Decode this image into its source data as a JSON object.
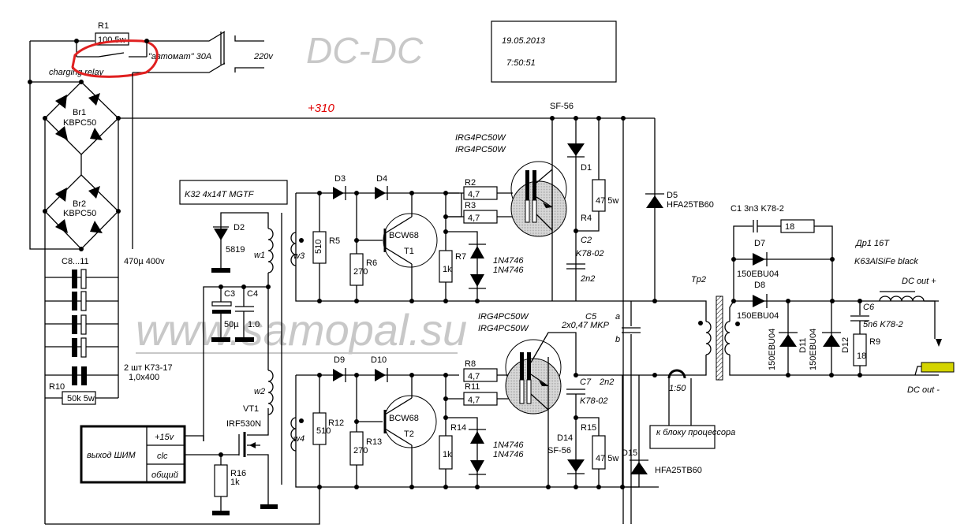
{
  "title": "DC-DC",
  "date": "19.05.2013",
  "time": "7:50:51",
  "watermark": "www.samopal.su",
  "annotation": {
    "label": "charging relay",
    "highlight_color": "#e02020"
  },
  "rail_label": "+310",
  "rail_color": "#e00000",
  "input": {
    "r1": {
      "ref": "R1",
      "value": "100 5w"
    },
    "breaker": "\"автомат\" 30A",
    "mains": "220v"
  },
  "bridges": [
    {
      "ref": "Br1",
      "part": "KBPC50"
    },
    {
      "ref": "Br2",
      "part": "KBPC50"
    }
  ],
  "caps_bank": {
    "ref": "C8...11",
    "value": "470µ 400v",
    "film": "2 шт K73-17",
    "film_value": "1,0x400"
  },
  "r10": {
    "ref": "R10",
    "value": "50k 5w"
  },
  "gate_transformer": "K32 4x14T MGTF",
  "d2": {
    "ref": "D2",
    "part": "5819"
  },
  "c3": {
    "ref": "C3",
    "value": "50µ"
  },
  "c4": {
    "ref": "C4",
    "value": "1.0"
  },
  "windings": [
    "w1",
    "w2",
    "w3",
    "w4"
  ],
  "vt1": {
    "ref": "VT1",
    "part": "IRF530N"
  },
  "r16": {
    "ref": "R16",
    "value": "1k"
  },
  "pwm": {
    "title": "выход ШИМ",
    "pins": [
      "+15v",
      "clc",
      "общий"
    ]
  },
  "upper": {
    "d3": "D3",
    "d4": "D4",
    "r5": {
      "ref": "R5",
      "value": "510"
    },
    "r6": {
      "ref": "R6",
      "value": "270"
    },
    "t1": {
      "ref": "T1",
      "part": "BCW68"
    },
    "r2": {
      "ref": "R2",
      "value": "4,7"
    },
    "r3": {
      "ref": "R3",
      "value": "4,7"
    },
    "r7": {
      "ref": "R7",
      "value": "1k"
    },
    "zeners": [
      "1N4746",
      "1N4746"
    ],
    "igbt": [
      "IRG4PC50W",
      "IRG4PC50W"
    ],
    "d1": {
      "ref": "D1",
      "part": "SF-56"
    },
    "r4": {
      "ref": "R4",
      "value": "47 5w"
    },
    "c2": {
      "ref": "C2",
      "type": "K78-02",
      "value": "2n2"
    }
  },
  "lower": {
    "d9": "D9",
    "d10": "D10",
    "r12": {
      "ref": "R12",
      "value": "510"
    },
    "r13": {
      "ref": "R13",
      "value": "270"
    },
    "t2": {
      "ref": "T2",
      "part": "BCW68"
    },
    "r8": {
      "ref": "R8",
      "value": "4,7"
    },
    "r11": {
      "ref": "R11",
      "value": "4,7"
    },
    "r14": {
      "ref": "R14",
      "value": "1k"
    },
    "zeners": [
      "1N4746",
      "1N4746"
    ],
    "igbt": [
      "IRG4PC50W",
      "IRG4PC50W"
    ],
    "d14": {
      "ref": "D14",
      "part": "SF-56"
    },
    "r15": {
      "ref": "R15",
      "value": "47 5w"
    },
    "c7": {
      "ref": "C7",
      "value": "2n2",
      "type": "K78-02"
    }
  },
  "c5": {
    "ref": "C5",
    "value": "2x0,47 MKP",
    "a": "a",
    "b": "b"
  },
  "d5": {
    "ref": "D5",
    "part": "HFA25TB60"
  },
  "d15": {
    "ref": "D15",
    "part": "HFA25TB60"
  },
  "current_transformer": {
    "ratio": "1:50",
    "to": "к блоку процессора"
  },
  "tr2": "Tp2",
  "output": {
    "c1": "C1  3n3 K78-2",
    "snubber_r": "18",
    "d7": {
      "ref": "D7",
      "part": "150EBU04"
    },
    "d8": {
      "ref": "D8",
      "part": "150EBU04"
    },
    "d11": {
      "ref": "D11",
      "part": "150EBU04"
    },
    "d12": {
      "ref": "D12",
      "part": "150EBU04"
    },
    "c6": {
      "ref": "C6",
      "value": "5n6 K78-2"
    },
    "r9": {
      "ref": "R9",
      "value": "18"
    },
    "choke": "Др1  16T",
    "core": "K63AlSiFe black",
    "out_plus": "DC out +",
    "out_minus": "DC out -",
    "terminal_color": "#d4d400"
  }
}
